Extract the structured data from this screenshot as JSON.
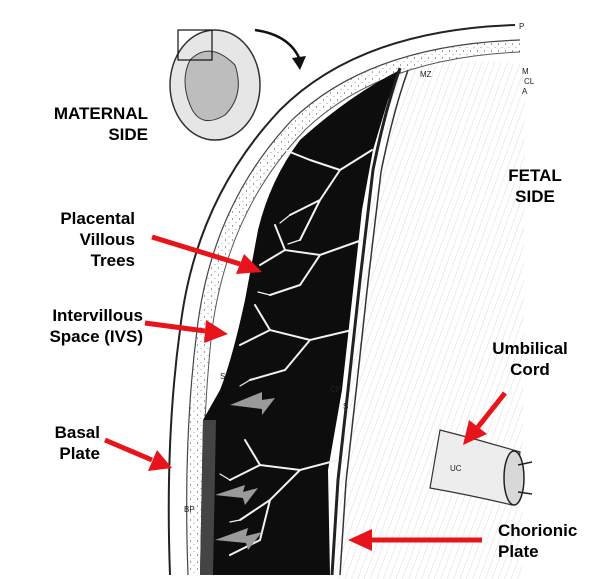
{
  "labels": {
    "maternal_side": [
      "MATERNAL",
      "SIDE"
    ],
    "fetal_side": [
      "FETAL",
      "SIDE"
    ],
    "villous_trees": [
      "Placental",
      "Villous",
      "Trees"
    ],
    "ivs": [
      "Intervillous",
      "Space (IVS)"
    ],
    "basal_plate": [
      "Basal",
      "Plate"
    ],
    "umbilical_cord": [
      "Umbilical",
      "Cord"
    ],
    "chorionic_plate": [
      "Chorionic",
      "Plate"
    ]
  },
  "small_labels": {
    "p": "P",
    "m": "M",
    "cl": "CL",
    "a": "A",
    "mz": "MZ",
    "s1": "S",
    "cp": "CP",
    "s2": "S",
    "uc": "UC",
    "bp": "BP"
  },
  "colors": {
    "arrow": "#e8141b",
    "ink": "#1a1a1a",
    "ivs_fill": "#0d0d0d"
  }
}
